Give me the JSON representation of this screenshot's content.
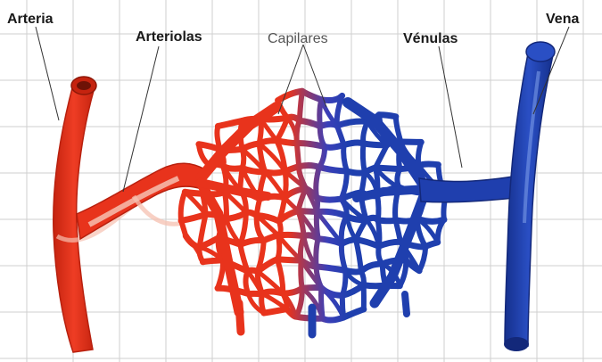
{
  "labels": {
    "arteria": "Arteria",
    "arteriolas": "Arteriolas",
    "capilares": "Capilares",
    "venulas": "Vénulas",
    "vena": "Vena"
  },
  "colors": {
    "artery": "#e8331c",
    "artery_dark": "#b8200e",
    "artery_highlight": "#f6c0b0",
    "vein": "#1f3fae",
    "vein_dark": "#13287a",
    "vein_highlight": "#6d8fe0",
    "grid": "#cfcfcf",
    "text": "#1a1a1a",
    "capilares_text": "#555555"
  }
}
